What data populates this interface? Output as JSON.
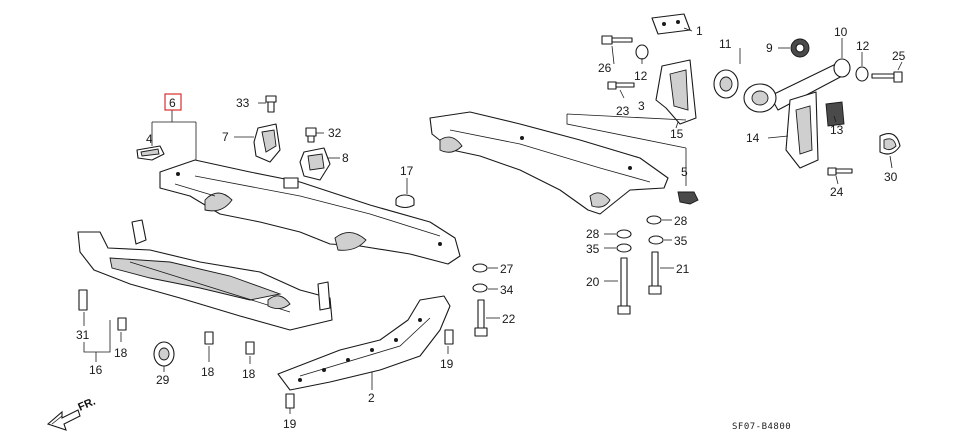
{
  "diagram_code": "SF07-B4800",
  "direction_label": "FR.",
  "highlight_color": "#d93030",
  "labels": {
    "p1": "1",
    "p2": "2",
    "p3": "3",
    "p4": "4",
    "p5": "5",
    "p6": "6",
    "p7": "7",
    "p8": "8",
    "p9": "9",
    "p10": "10",
    "p11": "11",
    "p12a": "12",
    "p12b": "12",
    "p13": "13",
    "p14": "14",
    "p15": "15",
    "p16": "16",
    "p17": "17",
    "p18a": "18",
    "p18b": "18",
    "p18c": "18",
    "p19a": "19",
    "p19b": "19",
    "p20": "20",
    "p21": "21",
    "p22": "22",
    "p23": "23",
    "p24": "24",
    "p25": "25",
    "p26": "26",
    "p27": "27",
    "p28a": "28",
    "p28b": "28",
    "p29": "29",
    "p30": "30",
    "p31": "31",
    "p32": "32",
    "p33": "33",
    "p34": "34",
    "p35a": "35",
    "p35b": "35"
  }
}
